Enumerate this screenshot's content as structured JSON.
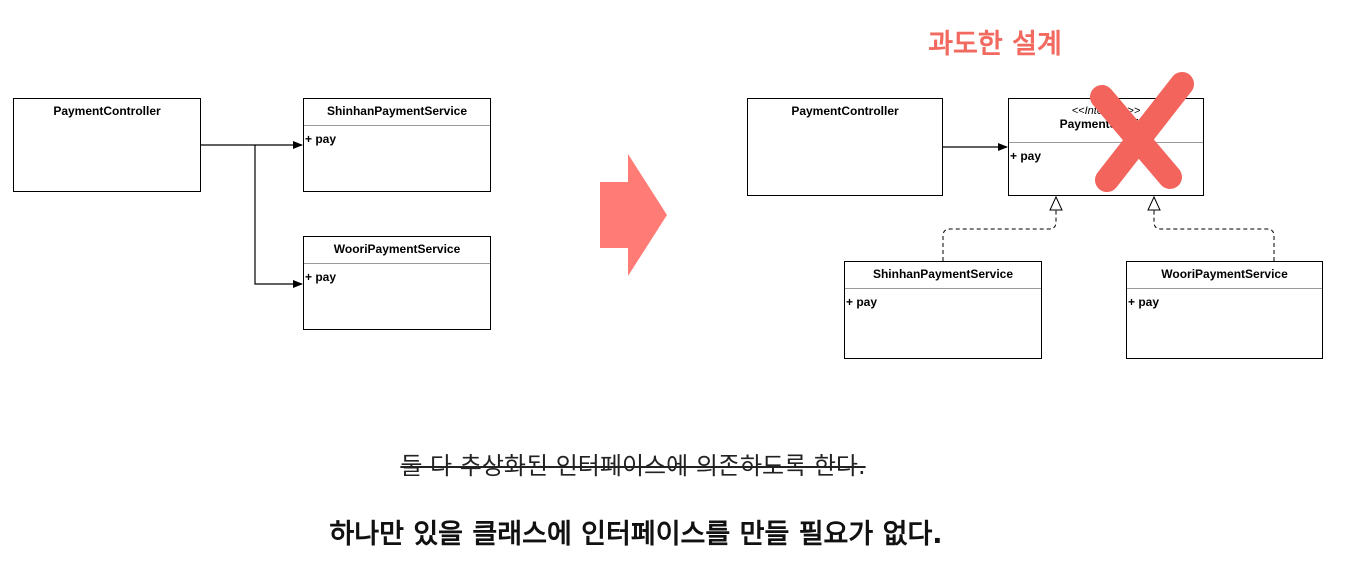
{
  "before": {
    "controller": {
      "name": "PaymentController"
    },
    "shinhan": {
      "name": "ShinhanPaymentService",
      "attr": "+ pay"
    },
    "woori": {
      "name": "WooriPaymentService",
      "attr": "+ pay"
    }
  },
  "after": {
    "title": "과도한 설계",
    "controller": {
      "name": "PaymentController"
    },
    "interface": {
      "stereotype": "<<Interface>>",
      "name": "PaymentService",
      "attr": "+ pay"
    },
    "shinhan": {
      "name": "ShinhanPaymentService",
      "attr": "+ pay"
    },
    "woori": {
      "name": "WooriPaymentService",
      "attr": "+ pay"
    }
  },
  "captions": {
    "struck": "둘 다 추상화된 인터페이스에 의존하도록 한다.",
    "main": "하나만 있을 클래스에 인터페이스를 만들 필요가 없다."
  },
  "colors": {
    "arrow": "#fe7c75",
    "cross": "#f2645c",
    "title": "#f2695f"
  }
}
